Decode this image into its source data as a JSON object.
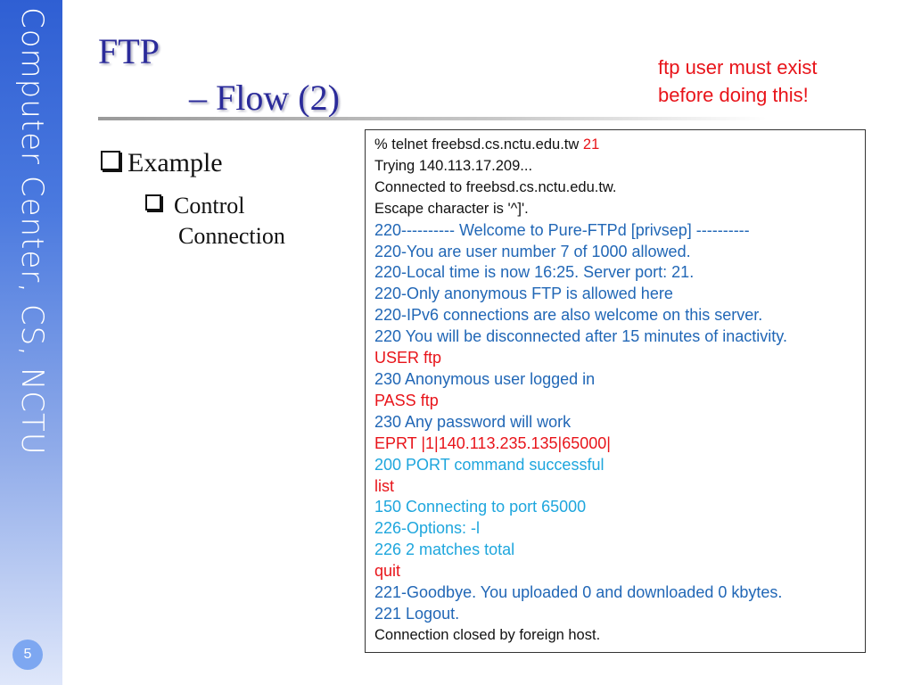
{
  "sidebar": {
    "text": "Computer Center, CS, NCTU",
    "page_number": "5"
  },
  "title": {
    "line1": "FTP",
    "line2": "– Flow (2)"
  },
  "note": {
    "line1": "ftp user must exist",
    "line2": "before doing this!"
  },
  "bullets": {
    "level1": "Example",
    "level2_line1": "Control",
    "level2_line2": "Connection"
  },
  "terminal": {
    "first_line": {
      "text": "% telnet freebsd.cs.nctu.edu.tw ",
      "port": "21"
    },
    "lines": [
      {
        "text": "Trying 140.113.17.209...",
        "color": "black"
      },
      {
        "text": "Connected to freebsd.cs.nctu.edu.tw.",
        "color": "black"
      },
      {
        "text": "Escape character is '^]'.",
        "color": "black"
      },
      {
        "text": "220---------- Welcome to Pure-FTPd [privsep] ----------",
        "color": "blue"
      },
      {
        "text": "220-You are user number 7 of 1000 allowed.",
        "color": "blue"
      },
      {
        "text": "220-Local time is now 16:25. Server port: 21.",
        "color": "blue"
      },
      {
        "text": "220-Only anonymous FTP is allowed here",
        "color": "blue"
      },
      {
        "text": "220-IPv6 connections are also welcome on this server.",
        "color": "blue"
      },
      {
        "text": "220 You will be disconnected after 15 minutes of inactivity.",
        "color": "blue"
      },
      {
        "text": "USER ftp",
        "color": "red"
      },
      {
        "text": "230 Anonymous user logged in",
        "color": "blue"
      },
      {
        "text": "PASS ftp",
        "color": "red"
      },
      {
        "text": "230 Any password will work",
        "color": "blue"
      },
      {
        "text": "EPRT |1|140.113.235.135|65000|",
        "color": "red"
      },
      {
        "text": "200 PORT command successful",
        "color": "cyan"
      },
      {
        "text": "list",
        "color": "red"
      },
      {
        "text": "150 Connecting to port 65000",
        "color": "cyan"
      },
      {
        "text": "226-Options: -l",
        "color": "cyan"
      },
      {
        "text": "226 2 matches total",
        "color": "cyan"
      },
      {
        "text": "quit",
        "color": "red"
      },
      {
        "text": "221-Goodbye. You uploaded 0 and downloaded 0 kbytes.",
        "color": "blue"
      },
      {
        "text": "221 Logout.",
        "color": "blue"
      },
      {
        "text": "Connection closed by foreign host.",
        "color": "black"
      }
    ]
  },
  "colors": {
    "title": "#2b2b9a",
    "note": "#e8141a",
    "terminal_blue": "#2167b6",
    "terminal_red": "#e8141a",
    "terminal_cyan": "#1ea6dd",
    "sidebar": "#2f5fd3"
  }
}
